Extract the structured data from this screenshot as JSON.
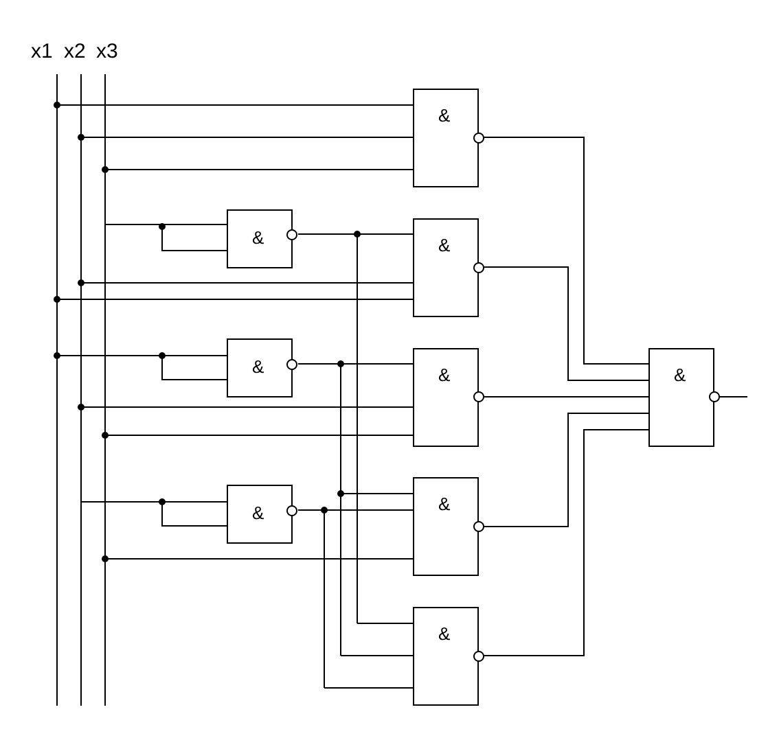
{
  "inputs": [
    "x1",
    "x2",
    "x3"
  ],
  "gate_symbol": "&",
  "gates": [
    {
      "id": "inv-x3",
      "symbol": "&"
    },
    {
      "id": "inv-x1",
      "symbol": "&"
    },
    {
      "id": "inv-x2",
      "symbol": "&"
    },
    {
      "id": "and-1",
      "symbol": "&"
    },
    {
      "id": "and-2",
      "symbol": "&"
    },
    {
      "id": "and-3",
      "symbol": "&"
    },
    {
      "id": "and-4",
      "symbol": "&"
    },
    {
      "id": "and-5",
      "symbol": "&"
    },
    {
      "id": "and-output",
      "symbol": "&"
    }
  ]
}
